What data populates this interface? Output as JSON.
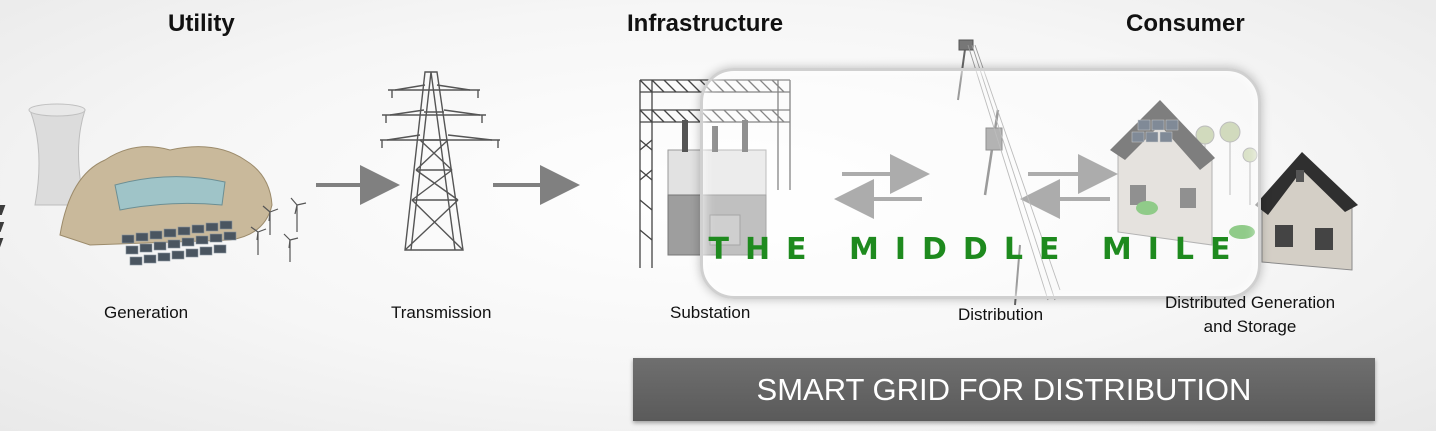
{
  "headers": {
    "utility": "Utility",
    "infrastructure": "Infrastructure",
    "consumer": "Consumer"
  },
  "stages": {
    "generation": "Generation",
    "transmission": "Transmission",
    "substation": "Substation",
    "distribution": "Distribution",
    "distributed_generation_line1": "Distributed Generation",
    "distributed_generation_line2": "and Storage"
  },
  "middle_mile_label": "THE MIDDLE MILE",
  "banner_label": "SMART GRID FOR DISTRIBUTION",
  "colors": {
    "middle_mile_text": "#1e8a1e",
    "banner_bg": "#666666",
    "arrow": "#808080"
  }
}
